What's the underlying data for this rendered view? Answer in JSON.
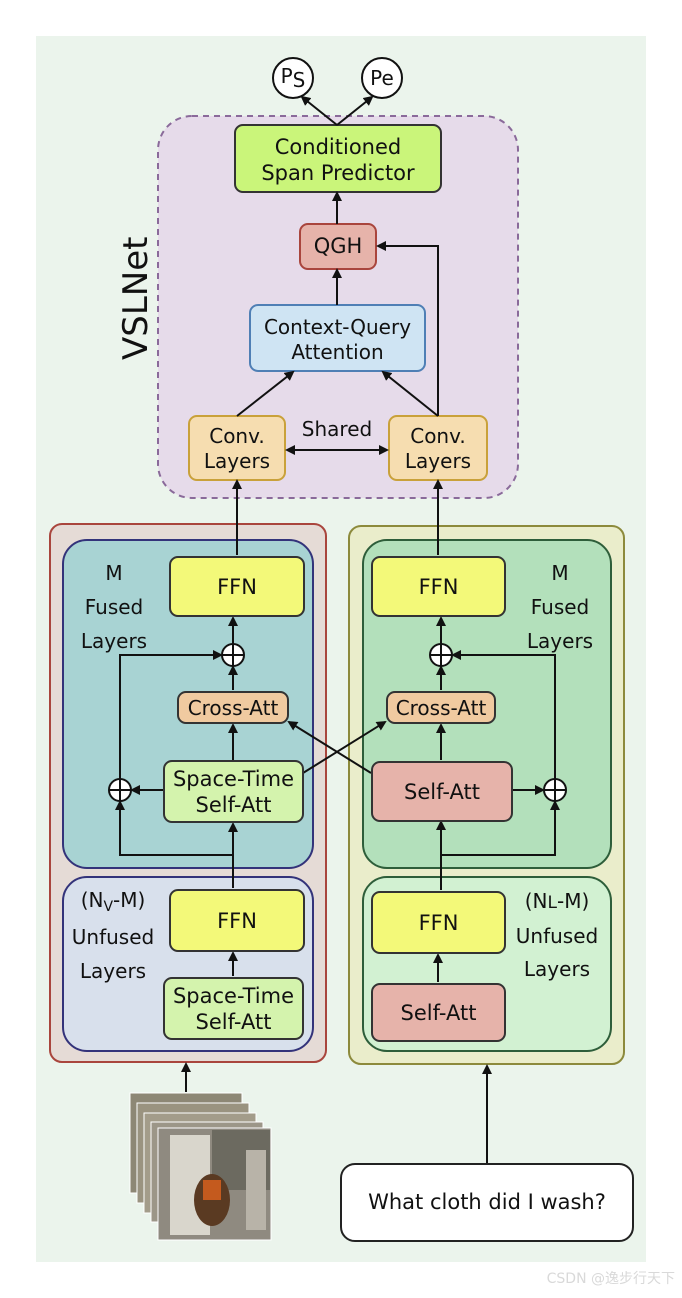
{
  "title": "VSLNet",
  "outputs": {
    "start": "P",
    "start_sub": "S",
    "end": "Pe"
  },
  "span_predictor": {
    "line1": "Conditioned",
    "line2": "Span Predictor"
  },
  "qgh": "QGH",
  "context_query": {
    "line1": "Context-Query",
    "line2": "Attention"
  },
  "conv_left": {
    "line1": "Conv.",
    "line2": "Layers"
  },
  "conv_right": {
    "line1": "Conv.",
    "line2": "Layers"
  },
  "shared": "Shared",
  "video_branch": {
    "fused_label": {
      "line1": "M",
      "line2": "Fused",
      "line3": "Layers"
    },
    "ffn": "FFN",
    "cross_att": "Cross-Att",
    "space_time": {
      "line1": "Space-Time",
      "line2": "Self-Att"
    },
    "unfused_label": {
      "prefix": "(N",
      "sub": "V",
      "suffix": "-M)",
      "line2": "Unfused",
      "line3": "Layers"
    },
    "unfused_ffn": "FFN",
    "unfused_space_time": {
      "line1": "Space-Time",
      "line2": "Self-Att"
    }
  },
  "text_branch": {
    "fused_label": {
      "line1": "M",
      "line2": "Fused",
      "line3": "Layers"
    },
    "ffn": "FFN",
    "cross_att": "Cross-Att",
    "self_att": "Self-Att",
    "unfused_label": {
      "prefix": "(N",
      "sub": "L",
      "suffix": "-M)",
      "line2": "Unfused",
      "line3": "Layers"
    },
    "unfused_ffn": "FFN",
    "unfused_self_att": "Self-Att"
  },
  "query": "What cloth did I wash?",
  "watermark": "CSDN @逸步行天下",
  "colors": {
    "panel_bg": "#ebf4ec",
    "vslnet_bg": "#e6dbea",
    "video_outer_bg": "#e5dbd6",
    "video_fused_bg": "#a8d3d3",
    "video_unfused_bg": "#d8e0ec",
    "text_outer_bg": "#eaedcb",
    "text_fused_bg": "#b3e0bb",
    "text_unfused_bg": "#d2f1d2",
    "ffn": "#f3f979",
    "green_block": "#d4f3ad",
    "pink_block": "#e6b3aa",
    "cross_att": "#f0caa0",
    "context_query": "#cfe4f3"
  }
}
